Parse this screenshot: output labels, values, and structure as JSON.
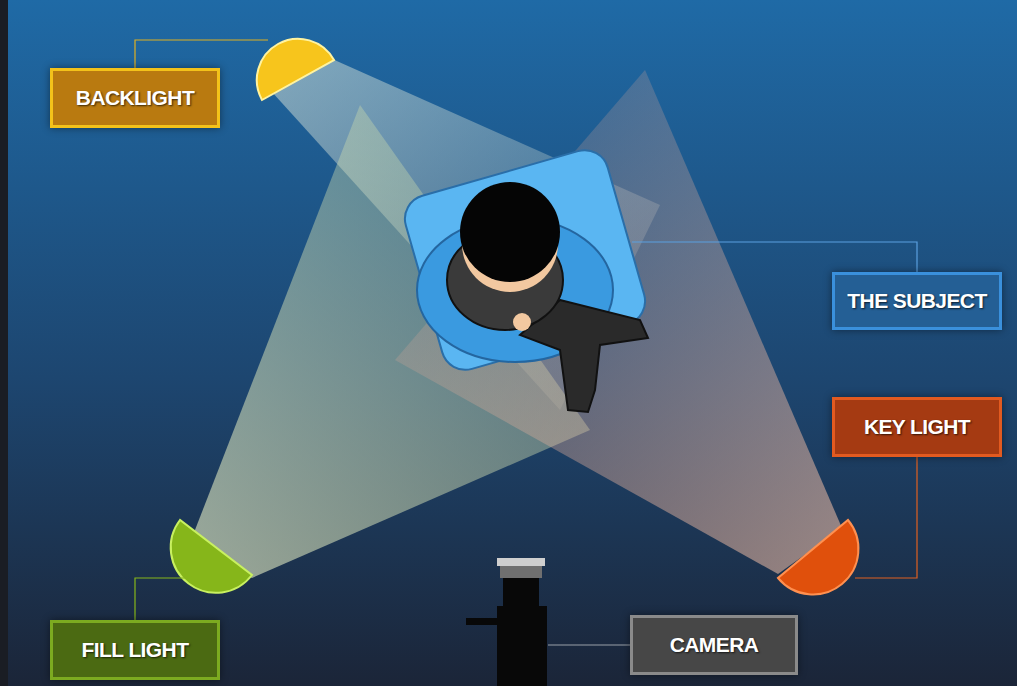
{
  "diagram": {
    "nodes": [
      {
        "text": [
          "BACKLIGHT"
        ]
      },
      {
        "text": [
          "THE SUBJECT"
        ]
      },
      {
        "text": [
          "KEY LIGHT"
        ]
      },
      {
        "text": [
          "FILL LIGHT"
        ]
      },
      {
        "text": [
          "CAMERA"
        ]
      }
    ]
  }
}
